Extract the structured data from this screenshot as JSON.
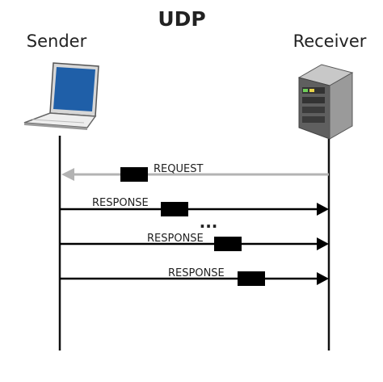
{
  "title": "UDP",
  "sender_label": "Sender",
  "receiver_label": "Receiver",
  "messages": [
    {
      "label": "REQUEST",
      "direction": "left",
      "color": "#b3b3b3"
    },
    {
      "label": "RESPONSE",
      "direction": "right",
      "color": "#000000"
    },
    {
      "label": "RESPONSE",
      "direction": "right",
      "color": "#000000"
    },
    {
      "label": "RESPONSE",
      "direction": "right",
      "color": "#000000"
    }
  ],
  "ellipsis": "...",
  "icons": {
    "sender": "laptop-icon",
    "receiver": "server-icon"
  },
  "colors": {
    "laptop_screen": "#1f5fa8",
    "server_body": "#8a8a8a",
    "lifeline": "#111111"
  }
}
